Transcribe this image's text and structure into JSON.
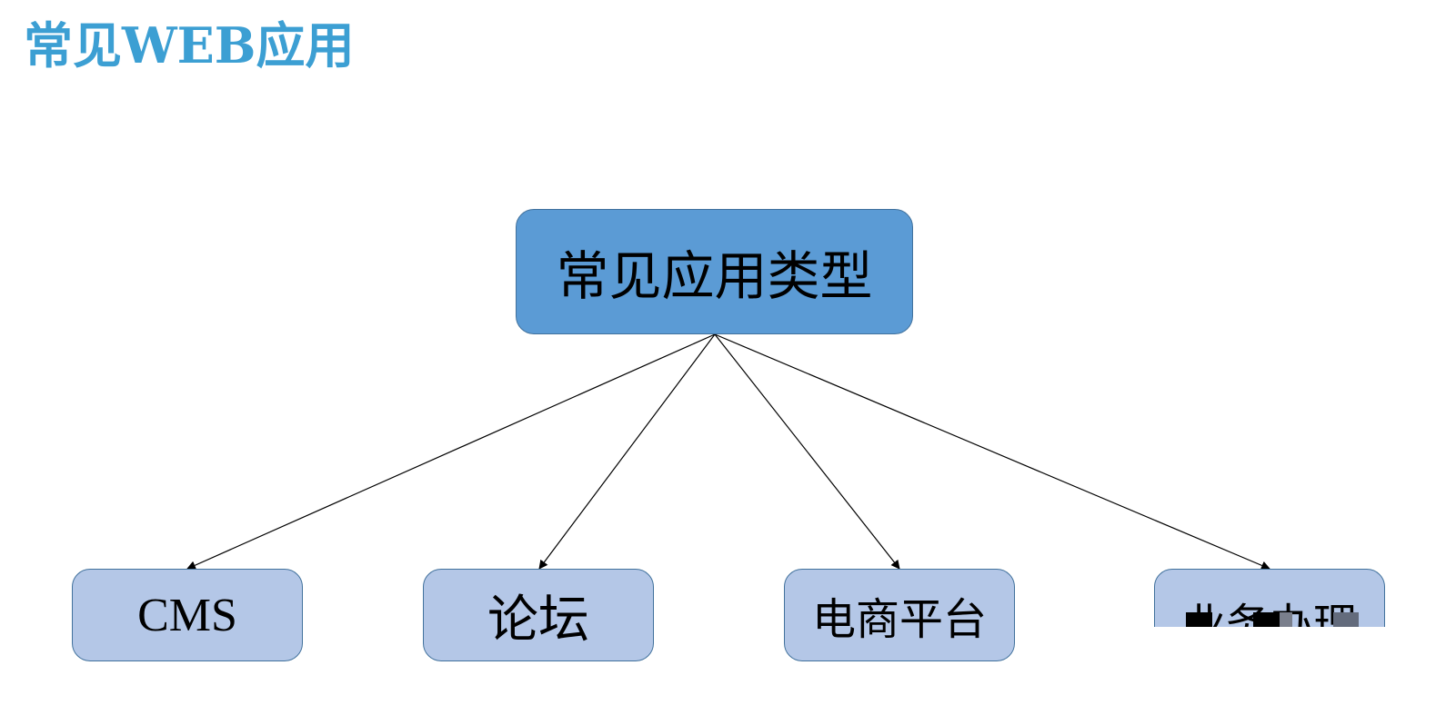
{
  "page": {
    "title": "常见WEB应用"
  },
  "colors": {
    "title": "#3c9fd3",
    "root_fill": "#5b9bd5",
    "child_fill": "#b4c7e7",
    "border": "#41719c",
    "connector": "#000000",
    "blot_dark": "#000000",
    "blot_gray": "#7a7f8c",
    "blot_slate": "#636b7c"
  },
  "diagram": {
    "root": {
      "label": "常见应用类型"
    },
    "children": [
      {
        "label": "CMS"
      },
      {
        "label": "论坛"
      },
      {
        "label": "电商平台"
      },
      {
        "label": "业务办理"
      }
    ]
  }
}
